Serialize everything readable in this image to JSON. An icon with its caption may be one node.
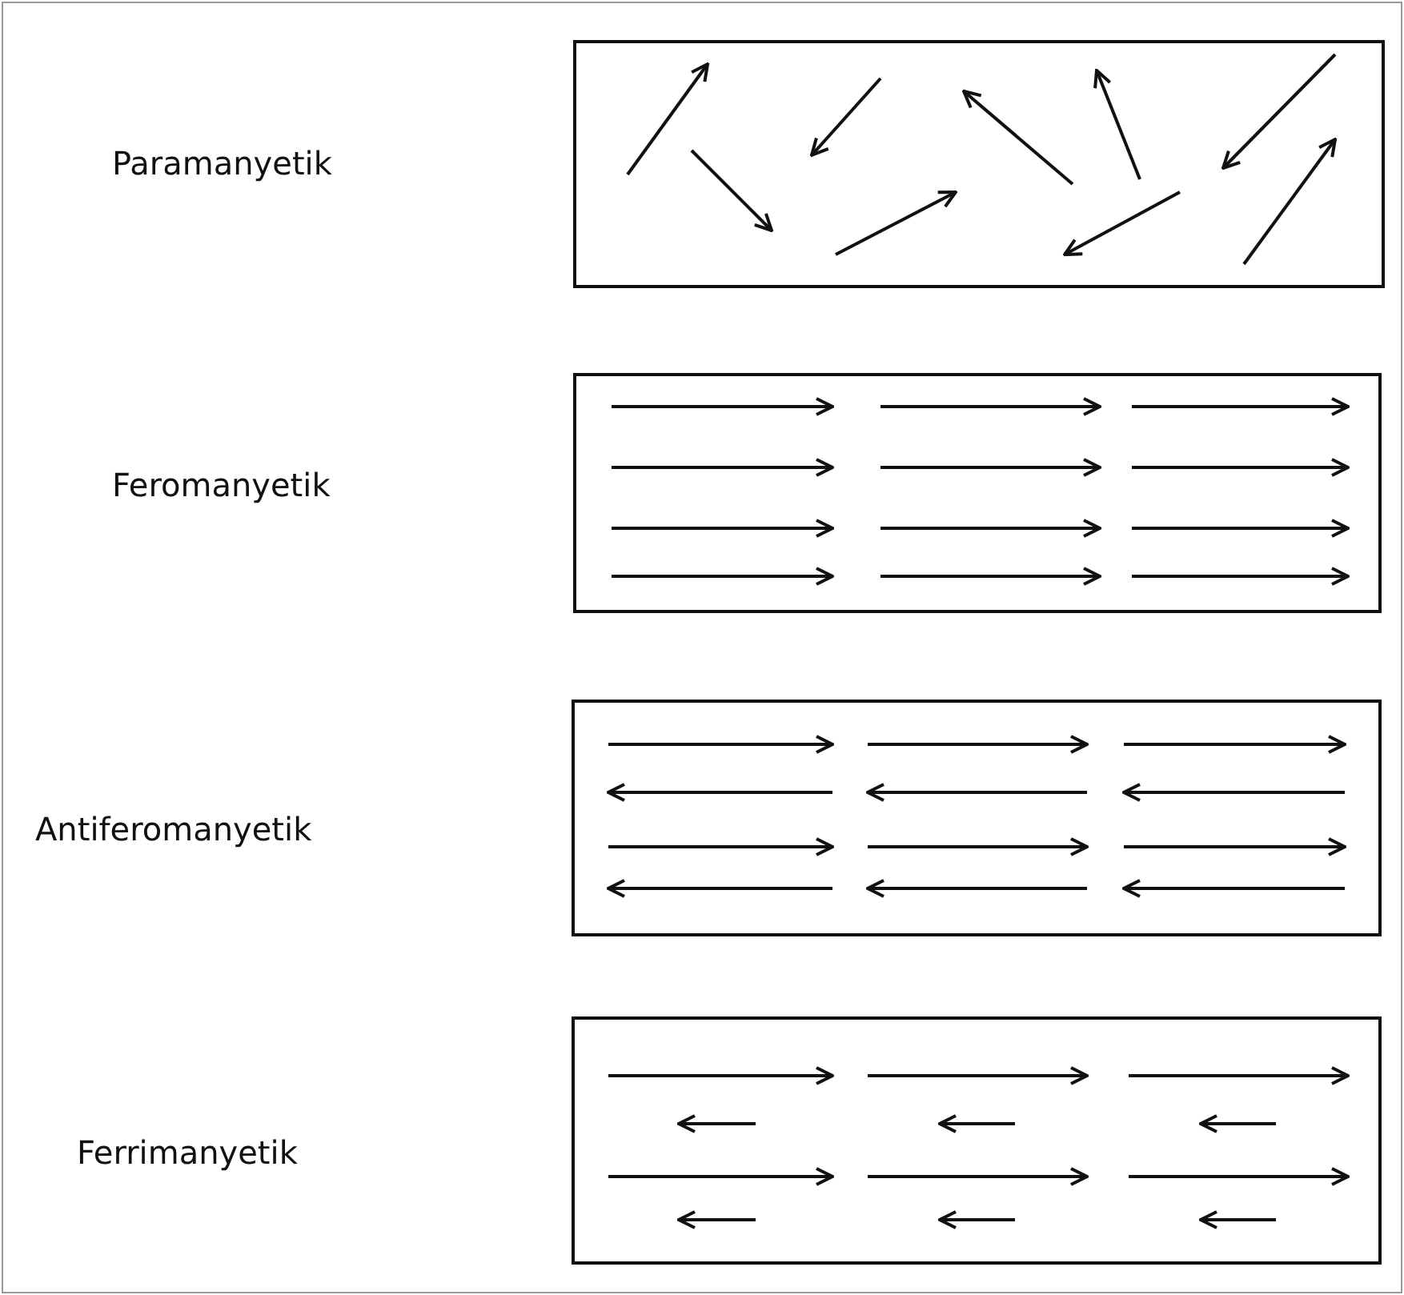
{
  "diagram": {
    "labels": [
      "Paramanyetik",
      "Feromanyetik",
      "Antiferomanyetik",
      "Ferrimanyetik"
    ]
  }
}
